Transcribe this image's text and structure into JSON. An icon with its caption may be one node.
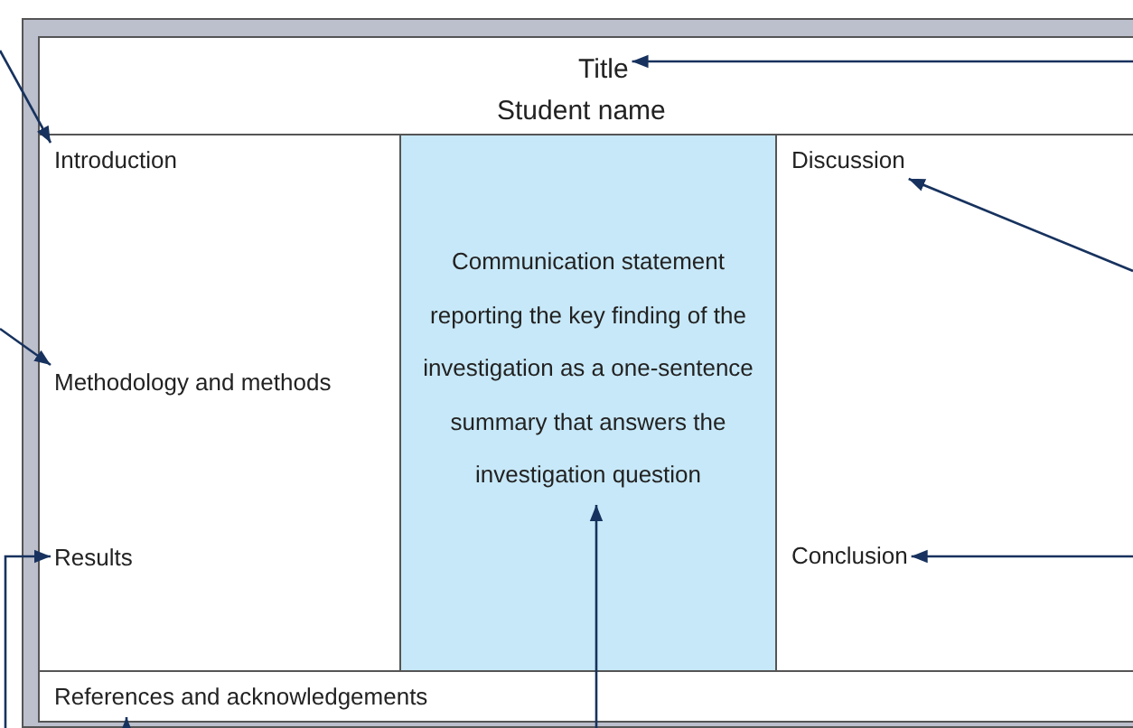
{
  "diagram": {
    "nodes": [
      {
        "text": [],
        "shape": "box"
      },
      {
        "text": [],
        "shape": "box",
        "in": 0
      },
      {
        "text": [
          "Title"
        ],
        "in": 1
      },
      {
        "text": [
          "Student name"
        ],
        "in": 1
      },
      {
        "text": [],
        "shape": "box",
        "in": 0
      },
      {
        "text": [
          "Introduction"
        ],
        "in": 4
      },
      {
        "text": [
          "Methodology and methods"
        ],
        "in": 4
      },
      {
        "text": [
          "Results"
        ],
        "in": 4
      },
      {
        "text": [],
        "shape": "box",
        "in": 0
      },
      {
        "text": [
          "Communication statement reporting the key finding of the investigation as a one-sentence summary that answers the investigation question"
        ],
        "in": 8
      },
      {
        "text": [],
        "shape": "box",
        "in": 0
      },
      {
        "text": [
          "Discussion"
        ],
        "in": 10
      },
      {
        "text": [
          "Conclusion"
        ],
        "in": 10
      },
      {
        "text": [
          "References and acknowledgements"
        ],
        "in": 0
      }
    ],
    "edges": [
      {
        "from": null,
        "to": 2,
        "arrow": "to"
      },
      {
        "from": null,
        "to": 5,
        "arrow": "to"
      },
      {
        "from": null,
        "to": 6,
        "arrow": "to"
      },
      {
        "from": null,
        "to": 7,
        "arrow": "to"
      },
      {
        "from": null,
        "to": 9,
        "arrow": "to"
      },
      {
        "from": null,
        "to": 11,
        "arrow": "to"
      },
      {
        "from": null,
        "to": 12,
        "arrow": "to"
      },
      {
        "from": null,
        "to": 13,
        "arrow": "to"
      }
    ]
  }
}
